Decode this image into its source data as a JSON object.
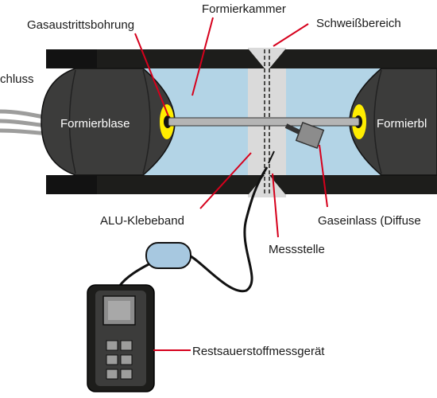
{
  "labels": {
    "formierkammer": "Formierkammer",
    "gasaustrittsbohrung": "Gasaustrittsbohrung",
    "schweissbereich": "Schweißbereich",
    "anschluss": "chluss",
    "formierblase_left": "Formierblase",
    "formierblase_right": "Formierbl",
    "alu_klebeband": "ALU-Klebeband",
    "gaseinlass": "Gaseinlass (Diffuse",
    "messstelle": "Messstelle",
    "restsauerstoffmessgeraet": "Restsauerstoffmessgerät"
  },
  "colors": {
    "pipe_wall": "#1d1d1b",
    "chamber_fill": "#b3d4e6",
    "bladder_fill": "#3c3c3b",
    "ring_yellow": "#ffed00",
    "leader_red": "#d6001c",
    "weld_zone": "#dadada",
    "tube": "#9d9d9c",
    "sensor_blob": "#a7c8e0"
  }
}
